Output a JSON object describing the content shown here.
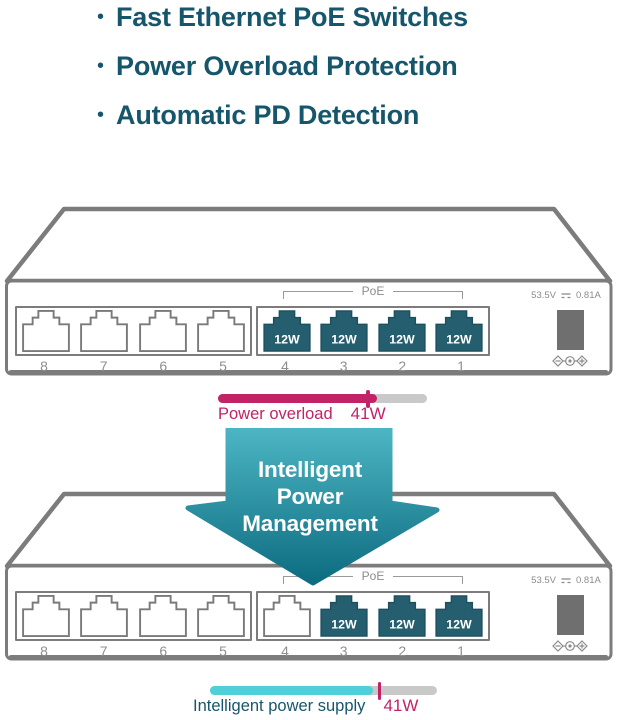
{
  "features": {
    "bullet": "•",
    "items": [
      "Fast Ethernet PoE Switches",
      "Power Overload Protection",
      "Automatic PD Detection"
    ]
  },
  "switch1": {
    "poe_group_label": "PoE",
    "voltage": "53.5V",
    "current": "0.81A",
    "standard_port_numbers": [
      "8",
      "7",
      "6",
      "5"
    ],
    "poe_ports": [
      {
        "number": "4",
        "wattage": "12W",
        "active": true
      },
      {
        "number": "3",
        "wattage": "12W",
        "active": true
      },
      {
        "number": "2",
        "wattage": "12W",
        "active": true
      },
      {
        "number": "1",
        "wattage": "12W",
        "active": true
      }
    ]
  },
  "overload_bar": {
    "label": "Power overload",
    "value": "41W",
    "fill_percent": "76%",
    "marker_percent": "71%"
  },
  "arrow": {
    "line1": "Intelligent",
    "line2": "Power",
    "line3": "Management"
  },
  "switch2": {
    "poe_group_label": "PoE",
    "voltage": "53.5V",
    "current": "0.81A",
    "standard_port_numbers": [
      "8",
      "7",
      "6",
      "5"
    ],
    "poe_ports": [
      {
        "number": "4",
        "wattage": "",
        "active": false
      },
      {
        "number": "3",
        "wattage": "12W",
        "active": true
      },
      {
        "number": "2",
        "wattage": "12W",
        "active": true
      },
      {
        "number": "1",
        "wattage": "12W",
        "active": true
      }
    ]
  },
  "supply_bar": {
    "label": "Intelligent power supply",
    "value": "41W",
    "fill_percent": "72%",
    "marker_percent": "74%"
  },
  "colors": {
    "brand_teal_text": "#16566c",
    "poe_port_teal": "#255f6f",
    "pink_accent": "#c22366",
    "bar_teal": "#4fd0d9",
    "chassis_gray": "#7c7c7c",
    "arrow_gradient_top": "#4cb5c3",
    "arrow_gradient_bottom": "#0d6c80"
  }
}
